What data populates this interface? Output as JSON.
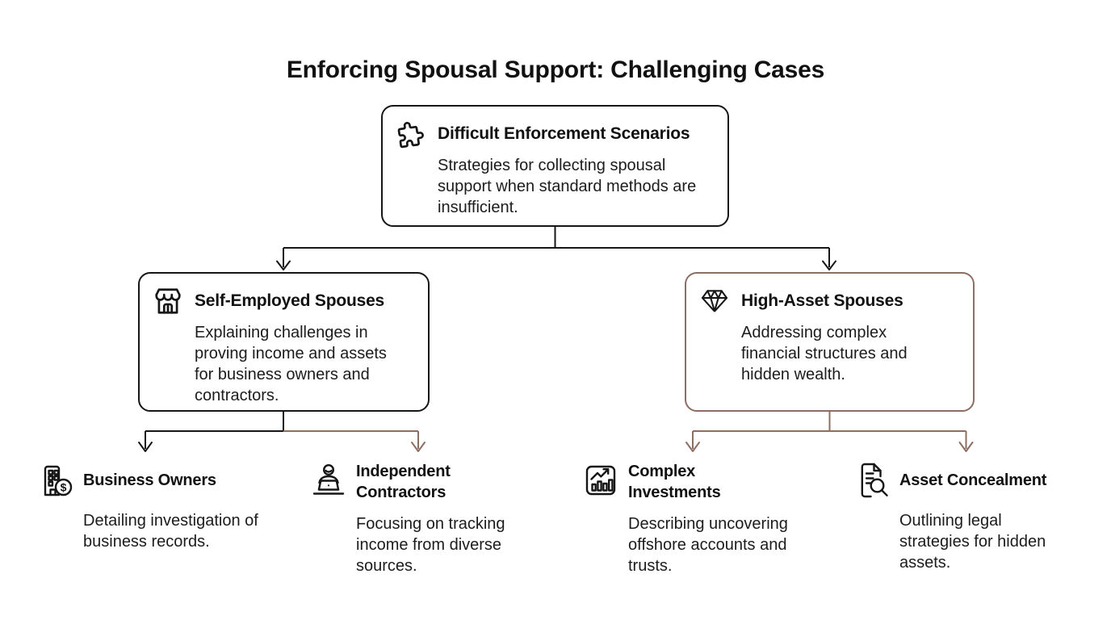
{
  "title": "Enforcing Spousal Support: Challenging Cases",
  "colors": {
    "ink": "#161616",
    "accent": "#8d6e63",
    "background": "#ffffff"
  },
  "root": {
    "icon": "puzzle-icon",
    "title": "Difficult Enforcement Scenarios",
    "description": "Strategies for collecting spousal support when standard methods are insufficient."
  },
  "branches": [
    {
      "icon": "storefront-icon",
      "title": "Self-Employed Spouses",
      "description": "Explaining challenges in proving income and assets for business owners and contractors.",
      "children": [
        {
          "icon": "building-dollar-icon",
          "title": "Business Owners",
          "description": "Detailing investigation of business records."
        },
        {
          "icon": "person-laptop-icon",
          "title": "Independent Contractors",
          "description": "Focusing on tracking income from diverse sources."
        }
      ]
    },
    {
      "icon": "diamond-icon",
      "title": "High-Asset Spouses",
      "description": "Addressing complex financial structures and hidden wealth.",
      "children": [
        {
          "icon": "chart-growth-icon",
          "title": "Complex Investments",
          "description": "Describing uncovering offshore accounts and trusts."
        },
        {
          "icon": "document-search-icon",
          "title": "Asset Concealment",
          "description": "Outlining legal strategies for hidden assets."
        }
      ]
    }
  ]
}
